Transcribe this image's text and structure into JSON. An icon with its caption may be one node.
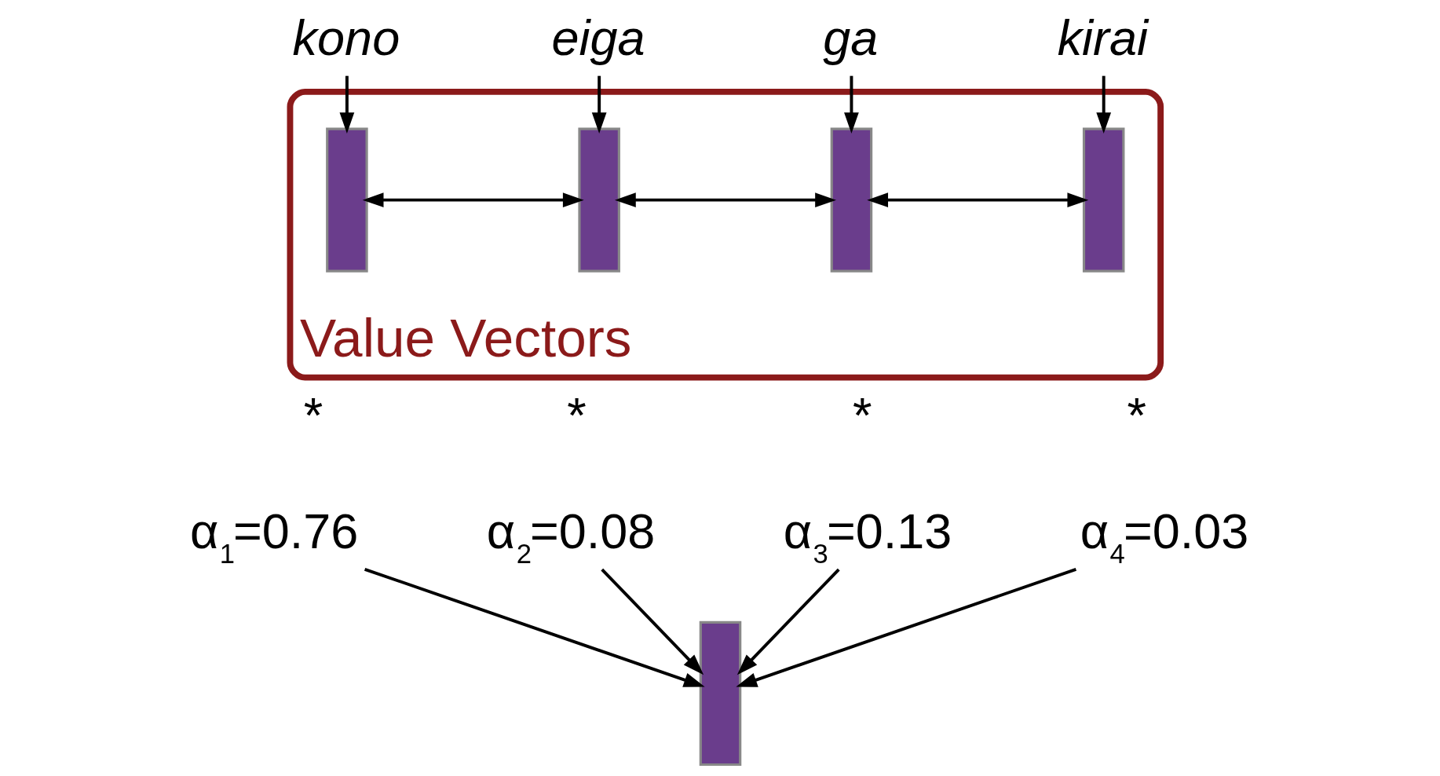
{
  "diagram": {
    "nodes": [
      {
        "text": [
          "Value Vectors"
        ]
      },
      {
        "text": [
          "kono"
        ]
      },
      {
        "text": [
          "eiga"
        ]
      },
      {
        "text": [
          "ga"
        ]
      },
      {
        "text": [
          "kirai"
        ]
      },
      {
        "text": [],
        "shape": "bar",
        "in": 0
      },
      {
        "text": [],
        "shape": "bar",
        "in": 0
      },
      {
        "text": [],
        "shape": "bar",
        "in": 0
      },
      {
        "text": [],
        "shape": "bar",
        "in": 0
      },
      {
        "text": [
          "α$_{1}$=0.76"
        ]
      },
      {
        "text": [
          "α$_{2}$=0.08"
        ]
      },
      {
        "text": [
          "α$_{3}$=0.13"
        ]
      },
      {
        "text": [
          "α$_{4}$=0.03"
        ]
      },
      {
        "text": [],
        "shape": "bar"
      }
    ],
    "edges": [
      {
        "from": 1,
        "to": 5,
        "arrow": "to"
      },
      {
        "from": 2,
        "to": 6,
        "arrow": "to"
      },
      {
        "from": 3,
        "to": 7,
        "arrow": "to"
      },
      {
        "from": 4,
        "to": 8,
        "arrow": "to"
      },
      {
        "from": 5,
        "to": 6,
        "arrow": "both"
      },
      {
        "from": 6,
        "to": 7,
        "arrow": "both"
      },
      {
        "from": 7,
        "to": 8,
        "arrow": "both"
      },
      {
        "from": 9,
        "to": 13,
        "arrow": "to"
      },
      {
        "from": 10,
        "to": 13,
        "arrow": "to"
      },
      {
        "from": 11,
        "to": 13,
        "arrow": "to"
      },
      {
        "from": 12,
        "to": 13,
        "arrow": "to"
      }
    ],
    "labels": [
      "*",
      "*",
      "*",
      "*"
    ]
  }
}
